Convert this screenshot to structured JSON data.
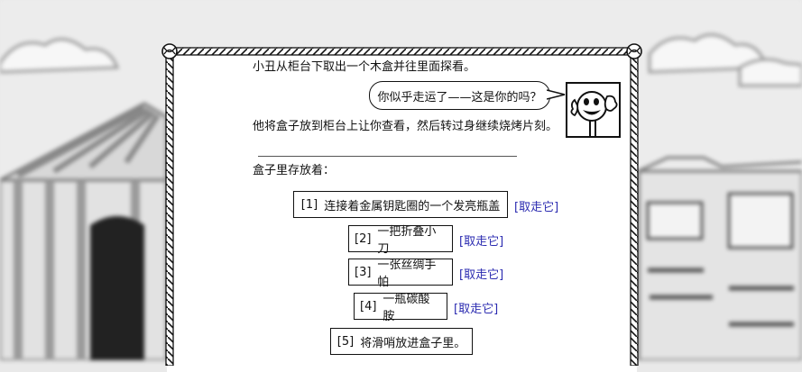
{
  "story": {
    "intro": "小丑从柜台下取出一个木盒并往里面探看。",
    "dialogue": "你似乎走运了——这是你的吗？",
    "action": "他将盒子放到柜台上让你查看，然后转过身继续烧烤片刻。",
    "box_heading": "盒子里存放着："
  },
  "items": [
    {
      "num": "[1]",
      "label": "连接着金属钥匙圈的一个发亮瓶盖",
      "take": "[取走它]"
    },
    {
      "num": "[2]",
      "label": "一把折叠小刀",
      "take": "[取走它]"
    },
    {
      "num": "[3]",
      "label": "一张丝绸手帕",
      "take": "[取走它]"
    },
    {
      "num": "[4]",
      "label": "一瓶碳酸胺",
      "take": "[取走它]"
    },
    {
      "num": "[5]",
      "label": "将滑哨放进盒子里。"
    }
  ],
  "colors": {
    "link": "#2a2ab0",
    "ink": "#111111",
    "panel": "#ffffff"
  },
  "icons": {
    "portrait": "clown-face-icon",
    "frame": "rope-frame"
  }
}
